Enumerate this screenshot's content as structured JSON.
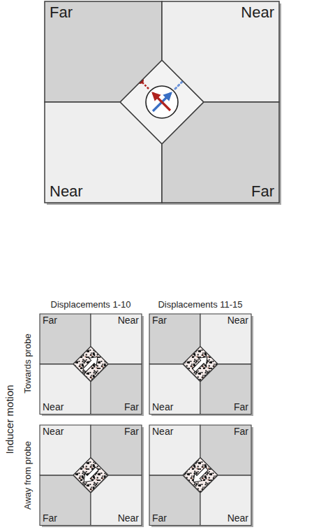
{
  "diagram": {
    "nodes": [
      {
        "text": [
          "Far"
        ]
      },
      {
        "text": [
          "Near"
        ]
      },
      {
        "text": [
          "Near"
        ]
      },
      {
        "text": [
          "Far"
        ]
      },
      {
        "text": [
          "Far"
        ]
      },
      {
        "text": [
          "Near"
        ]
      },
      {
        "text": [
          "Near"
        ]
      },
      {
        "text": [
          "Far"
        ]
      },
      {
        "text": [
          "Far"
        ]
      },
      {
        "text": [
          "Near"
        ]
      },
      {
        "text": [
          "Near"
        ]
      },
      {
        "text": [
          "Far"
        ]
      },
      {
        "text": [
          "Near"
        ]
      },
      {
        "text": [
          "Far"
        ]
      },
      {
        "text": [
          "Far"
        ]
      },
      {
        "text": [
          "Near"
        ]
      },
      {
        "text": [
          "Near"
        ]
      },
      {
        "text": [
          "Far"
        ]
      },
      {
        "text": [
          "Far"
        ]
      },
      {
        "text": [
          "Near"
        ]
      }
    ],
    "labels": [
      "Displacements 1-10",
      "Displacements 11-15",
      "Inducer motion",
      "Towards probe",
      "Away from probe"
    ]
  }
}
